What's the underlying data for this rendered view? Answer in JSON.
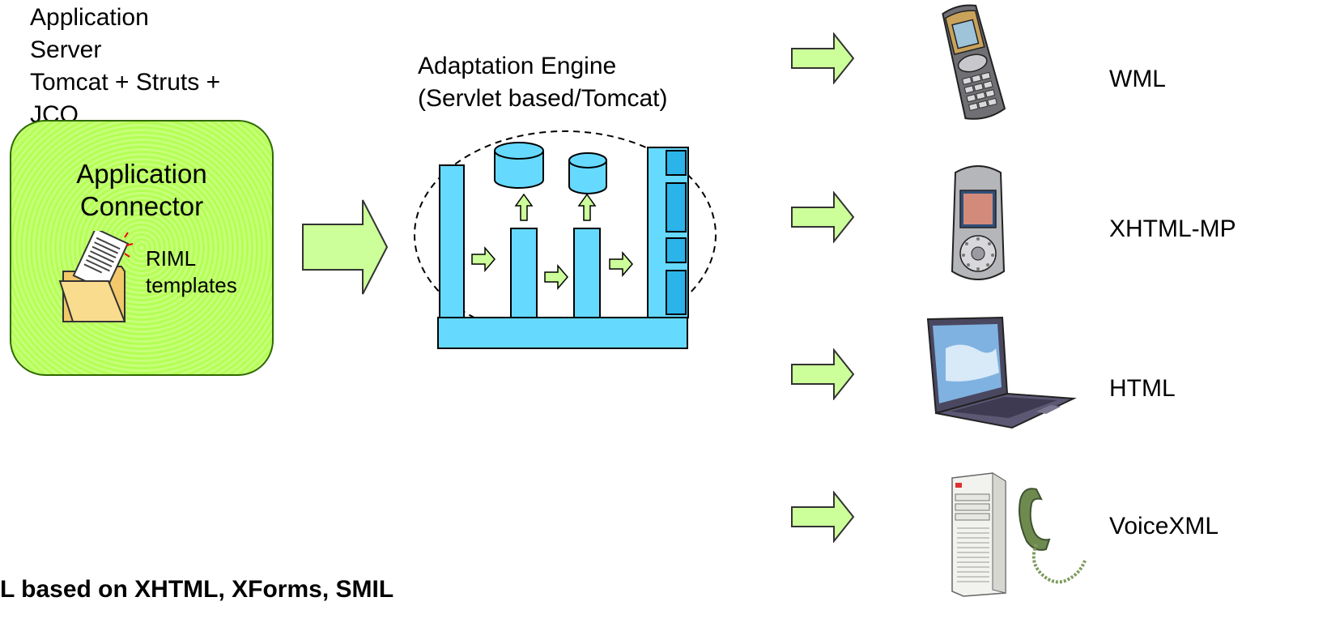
{
  "server_label": {
    "lines": [
      "Application",
      "Server",
      "Tomcat + Struts +",
      "JCO"
    ]
  },
  "connector": {
    "title_line1": "Application",
    "title_line2": "Connector",
    "riml_line1": "RIML",
    "riml_line2": "templates"
  },
  "engine": {
    "title_line1": "Adaptation Engine",
    "title_line2": "(Servlet based/Tomcat)"
  },
  "devices": [
    {
      "label": "WML",
      "icon": "mobile-phone-icon"
    },
    {
      "label": "XHTML-MP",
      "icon": "nokia-phone-icon"
    },
    {
      "label": "HTML",
      "icon": "laptop-icon"
    },
    {
      "label": "VoiceXML",
      "icon": "server-telephone-icon"
    }
  ],
  "footer": {
    "text": "L based on XHTML, XForms, SMIL"
  },
  "colors": {
    "arrow_fill": "#ccff99",
    "connector_fill": "#b3ff55",
    "engine_fill": "#66d9ff"
  }
}
